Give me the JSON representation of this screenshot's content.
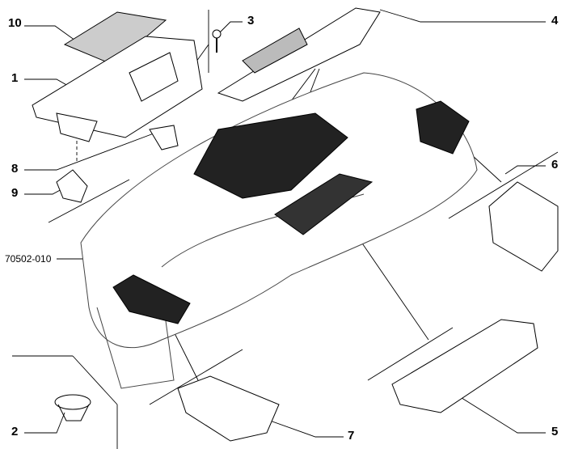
{
  "diagram": {
    "reference": "70502-010",
    "callouts": [
      "10",
      "1",
      "8",
      "9",
      "3",
      "4",
      "6",
      "2",
      "7",
      "5"
    ]
  }
}
